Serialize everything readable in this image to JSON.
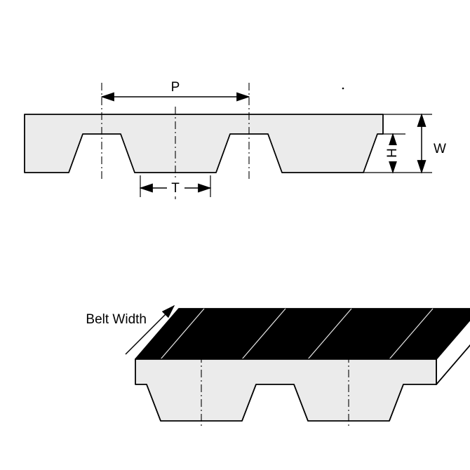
{
  "colors": {
    "background": "#ffffff",
    "line": "#000000",
    "belt_fill": "#ebebeb",
    "top_face_fill": "#000000",
    "end_face_fill": "#ffffff"
  },
  "top_view": {
    "labels": {
      "pitch": "P",
      "tooth_width": "T",
      "tooth_height": "H",
      "belt_thickness": "W"
    }
  },
  "isometric_view": {
    "belt_width_label": "Belt Width"
  }
}
